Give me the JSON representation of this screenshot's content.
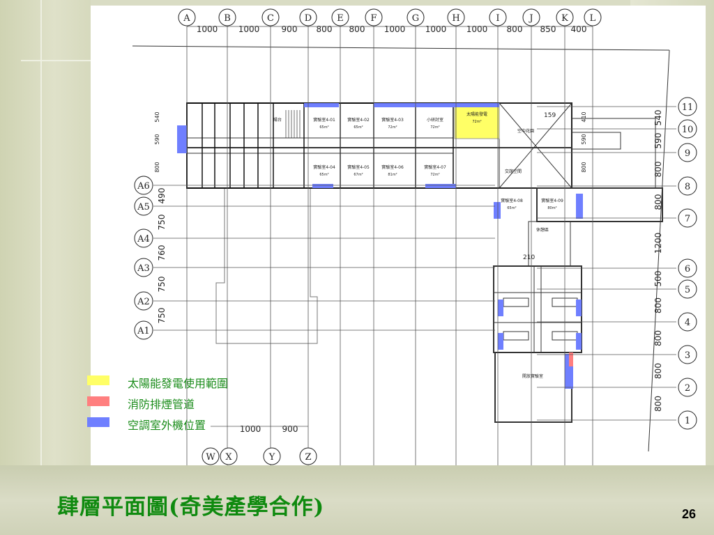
{
  "slide": {
    "title": "肆層平面圖(奇美產學合作)",
    "page_number": "26"
  },
  "legend": [
    {
      "label": "太陽能發電使用範圍",
      "color": "#ffff66"
    },
    {
      "label": "消防排煙管道",
      "color": "#ff7f7f"
    },
    {
      "label": "空調室外機位置",
      "color": "#6f7fff"
    }
  ],
  "plan": {
    "top_axes": [
      {
        "label": "A",
        "dim": "1000"
      },
      {
        "label": "B",
        "dim": "1000"
      },
      {
        "label": "C",
        "dim": "900"
      },
      {
        "label": "D",
        "dim": "800"
      },
      {
        "label": "E",
        "dim": "800"
      },
      {
        "label": "F",
        "dim": "1000"
      },
      {
        "label": "G",
        "dim": "1000"
      },
      {
        "label": "H",
        "dim": "1000"
      },
      {
        "label": "I",
        "dim": "800"
      },
      {
        "label": "J",
        "dim": "850"
      },
      {
        "label": "K",
        "dim": "400"
      },
      {
        "label": "L",
        "dim": ""
      }
    ],
    "bottom_axes": [
      {
        "label": "W",
        "dim": ""
      },
      {
        "label": "X",
        "dim": "1000"
      },
      {
        "label": "Y",
        "dim": "900"
      },
      {
        "label": "Z",
        "dim": ""
      }
    ],
    "left_axes": [
      {
        "label": "A6",
        "dim": "490"
      },
      {
        "label": "A5",
        "dim": "750"
      },
      {
        "label": "A4",
        "dim": "760"
      },
      {
        "label": "A3",
        "dim": "750"
      },
      {
        "label": "A2",
        "dim": "750"
      },
      {
        "label": "A1",
        "dim": ""
      }
    ],
    "right_axes": [
      {
        "label": "11",
        "dim": "540"
      },
      {
        "label": "10",
        "dim": "590"
      },
      {
        "label": "9",
        "dim": "800"
      },
      {
        "label": "8",
        "dim": "800"
      },
      {
        "label": "7",
        "dim": "1200"
      },
      {
        "label": "6",
        "dim": "500"
      },
      {
        "label": "5",
        "dim": "800"
      },
      {
        "label": "4",
        "dim": "800"
      },
      {
        "label": "3",
        "dim": "800"
      },
      {
        "label": "2",
        "dim": "800"
      },
      {
        "label": "1",
        "dim": ""
      }
    ],
    "inner_dims_left": [
      "540",
      "590",
      "800"
    ],
    "inner_dims_right": [
      "410",
      "590",
      "800"
    ],
    "rooms": [
      {
        "name": "實驗室4-01",
        "area": "65m²"
      },
      {
        "name": "實驗室4-02",
        "area": "65m²"
      },
      {
        "name": "實驗室4-03",
        "area": "72m²"
      },
      {
        "name": "小研討室",
        "area": "72m²"
      },
      {
        "name": "太陽能發電",
        "area": "72m²"
      },
      {
        "name": "實驗室4-04",
        "area": "65m²"
      },
      {
        "name": "實驗室4-05",
        "area": "67m²"
      },
      {
        "name": "實驗室4-06",
        "area": "81m²"
      },
      {
        "name": "實驗室4-07",
        "area": "72m²"
      },
      {
        "name": "交誼空間",
        "area": ""
      },
      {
        "name": "實驗室4-08",
        "area": "65m²"
      },
      {
        "name": "實驗室4-09",
        "area": "80m²"
      },
      {
        "name": "休憩區",
        "area": ""
      },
      {
        "name": "開放實驗室",
        "area": ""
      },
      {
        "name": "陽台",
        "area": ""
      },
      {
        "name": "空中花園",
        "area": ""
      }
    ],
    "misc_labels": [
      "159",
      "210"
    ]
  }
}
